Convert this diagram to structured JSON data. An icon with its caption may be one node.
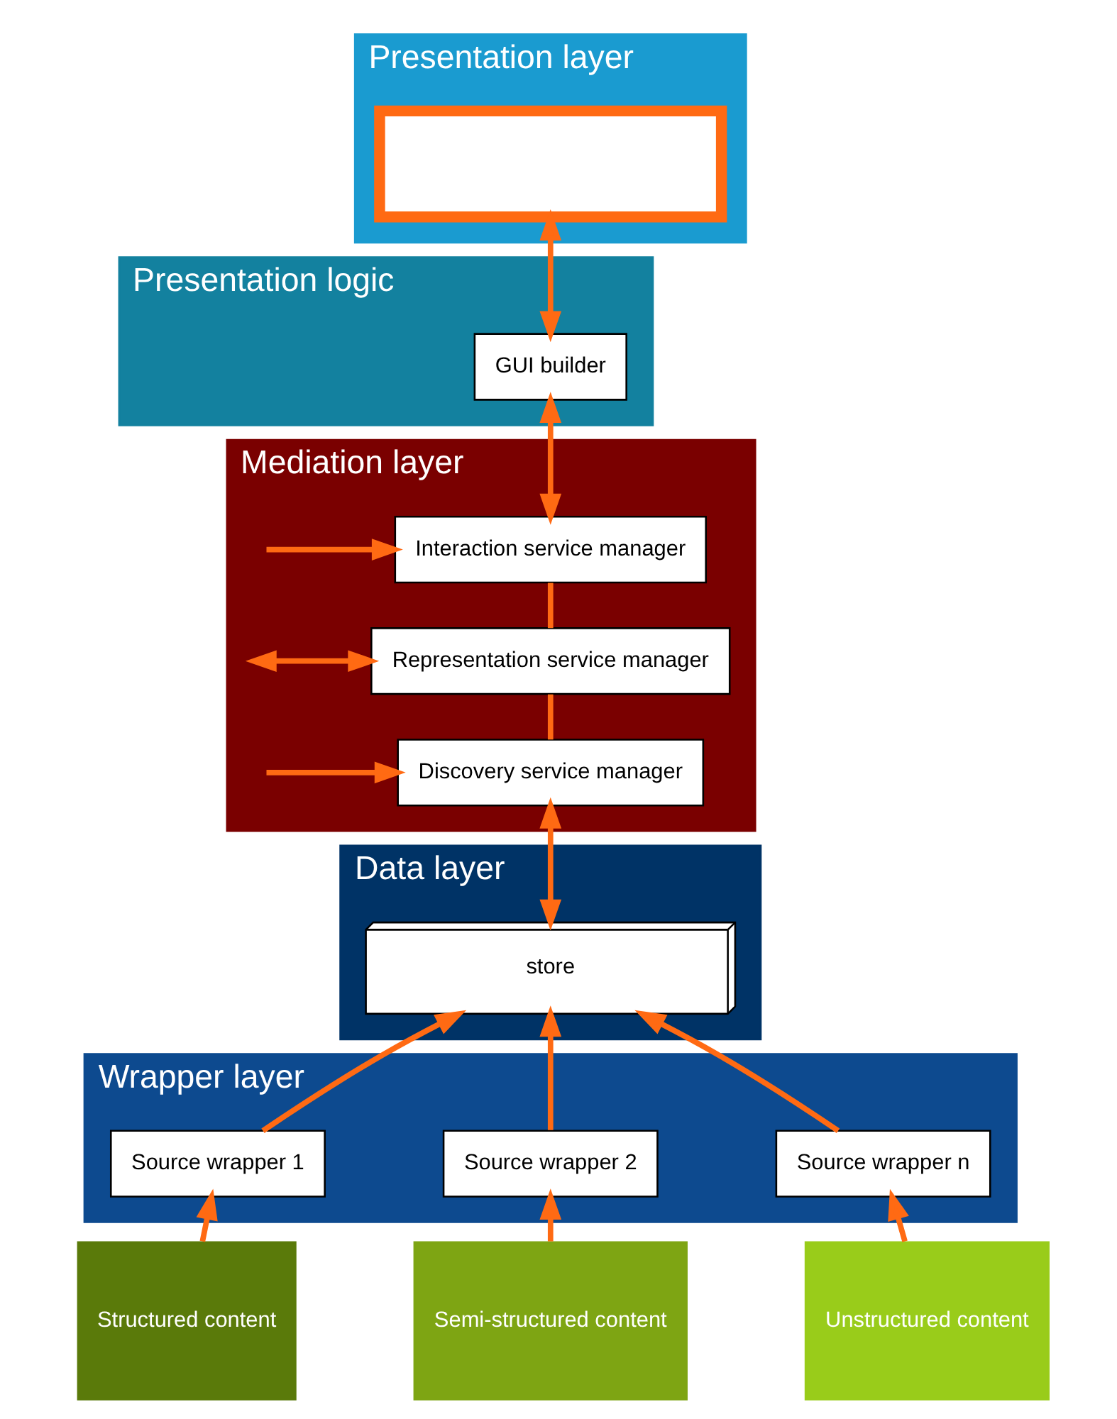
{
  "diagram": {
    "nodes": [
      {
        "text": [
          "Presentation layer"
        ]
      },
      {
        "text": [],
        "shape": "box",
        "in": 0
      },
      {
        "text": [
          "Presentation logic"
        ]
      },
      {
        "text": [
          "GUI builder"
        ],
        "in": 2
      },
      {
        "text": [
          "Mediation layer"
        ]
      },
      {
        "text": [
          "Interaction service manager"
        ],
        "in": 4
      },
      {
        "text": [
          "Representation service manager"
        ],
        "in": 4
      },
      {
        "text": [
          "Discovery service manager"
        ],
        "in": 4
      },
      {
        "text": [
          "Data layer"
        ]
      },
      {
        "text": [
          "store"
        ],
        "in": 8
      },
      {
        "text": [
          "Wrapper layer"
        ]
      },
      {
        "text": [
          "Source wrapper 1"
        ],
        "in": 10
      },
      {
        "text": [
          "Source wrapper 2"
        ],
        "in": 10
      },
      {
        "text": [
          "Source wrapper n"
        ],
        "in": 10
      },
      {
        "text": [
          "Structured content"
        ]
      },
      {
        "text": [
          "Semi-structured content"
        ]
      },
      {
        "text": [
          "Unstructured content"
        ]
      }
    ],
    "edges": [
      {
        "from": 1,
        "to": 3,
        "arrow": "both"
      },
      {
        "from": 3,
        "to": 5,
        "arrow": "both"
      },
      {
        "from": 5,
        "to": 6,
        "arrow": "none"
      },
      {
        "from": 6,
        "to": 7,
        "arrow": "none"
      },
      {
        "from": null,
        "to": 5,
        "arrow": "to"
      },
      {
        "from": null,
        "to": 6,
        "arrow": "both"
      },
      {
        "from": null,
        "to": 7,
        "arrow": "to"
      },
      {
        "from": 7,
        "to": 9,
        "arrow": "both"
      },
      {
        "from": 11,
        "to": 9,
        "arrow": "to"
      },
      {
        "from": 12,
        "to": 9,
        "arrow": "to"
      },
      {
        "from": 13,
        "to": 9,
        "arrow": "to"
      },
      {
        "from": 14,
        "to": 11,
        "arrow": "to"
      },
      {
        "from": 15,
        "to": 12,
        "arrow": "to"
      },
      {
        "from": 16,
        "to": 13,
        "arrow": "to"
      }
    ]
  }
}
